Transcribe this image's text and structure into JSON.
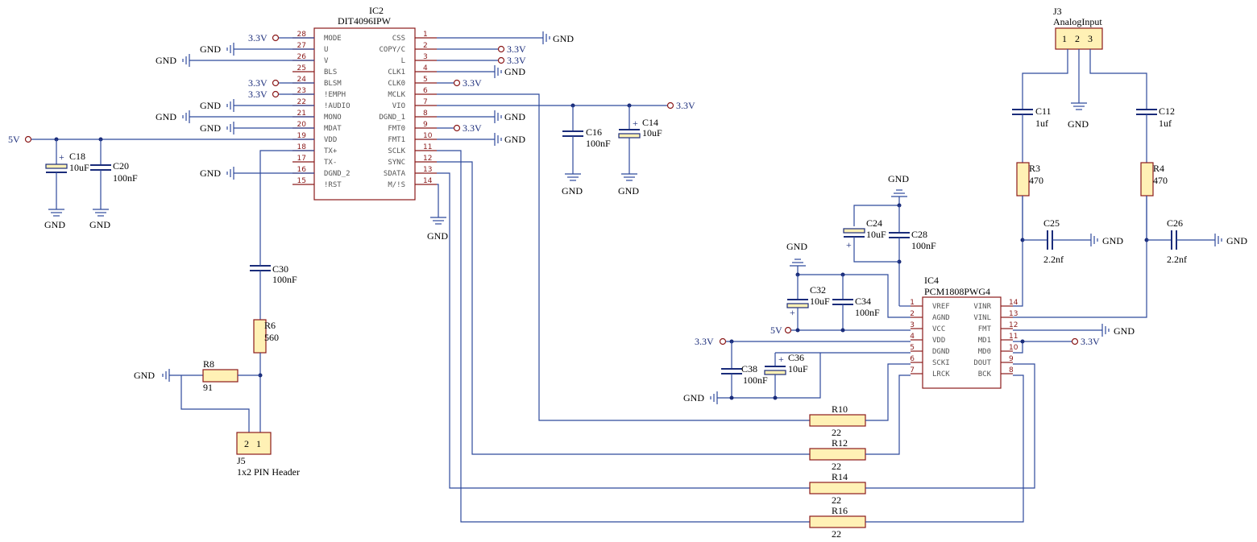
{
  "ics": {
    "ic2": {
      "ref": "IC2",
      "part": "DIT4096IPW",
      "left_pins": [
        {
          "num": "28",
          "name": "MODE"
        },
        {
          "num": "27",
          "name": "U"
        },
        {
          "num": "26",
          "name": "V"
        },
        {
          "num": "25",
          "name": "BLS"
        },
        {
          "num": "24",
          "name": "BLSM"
        },
        {
          "num": "23",
          "name": "!EMPH"
        },
        {
          "num": "22",
          "name": "!AUDIO"
        },
        {
          "num": "21",
          "name": "MONO"
        },
        {
          "num": "20",
          "name": "MDAT"
        },
        {
          "num": "19",
          "name": "VDD"
        },
        {
          "num": "18",
          "name": "TX+"
        },
        {
          "num": "17",
          "name": "TX-"
        },
        {
          "num": "16",
          "name": "DGND_2"
        },
        {
          "num": "15",
          "name": "!RST"
        }
      ],
      "right_pins": [
        {
          "num": "1",
          "name": "CSS"
        },
        {
          "num": "2",
          "name": "COPY/C"
        },
        {
          "num": "3",
          "name": "L"
        },
        {
          "num": "4",
          "name": "CLK1"
        },
        {
          "num": "5",
          "name": "CLK0"
        },
        {
          "num": "6",
          "name": "MCLK"
        },
        {
          "num": "7",
          "name": "VIO"
        },
        {
          "num": "8",
          "name": "DGND_1"
        },
        {
          "num": "9",
          "name": "FMT0"
        },
        {
          "num": "10",
          "name": "FMT1"
        },
        {
          "num": "11",
          "name": "SCLK"
        },
        {
          "num": "12",
          "name": "SYNC"
        },
        {
          "num": "13",
          "name": "SDATA"
        },
        {
          "num": "14",
          "name": "M/!S"
        }
      ]
    },
    "ic4": {
      "ref": "IC4",
      "part": "PCM1808PWG4",
      "left_pins": [
        {
          "num": "1",
          "name": "VREF"
        },
        {
          "num": "2",
          "name": "AGND"
        },
        {
          "num": "3",
          "name": "VCC"
        },
        {
          "num": "4",
          "name": "VDD"
        },
        {
          "num": "5",
          "name": "DGND"
        },
        {
          "num": "6",
          "name": "SCKI"
        },
        {
          "num": "7",
          "name": "LRCK"
        }
      ],
      "right_pins": [
        {
          "num": "14",
          "name": "VINR"
        },
        {
          "num": "13",
          "name": "VINL"
        },
        {
          "num": "12",
          "name": "FMT"
        },
        {
          "num": "11",
          "name": "MD1"
        },
        {
          "num": "10",
          "name": "MD0"
        },
        {
          "num": "9",
          "name": "DOUT"
        },
        {
          "num": "8",
          "name": "BCK"
        }
      ]
    }
  },
  "components": {
    "c18": {
      "ref": "C18",
      "value": "10uF"
    },
    "c20": {
      "ref": "C20",
      "value": "100nF"
    },
    "c16": {
      "ref": "C16",
      "value": "100nF"
    },
    "c14": {
      "ref": "C14",
      "value": "10uF"
    },
    "c30": {
      "ref": "C30",
      "value": "100nF"
    },
    "r6": {
      "ref": "R6",
      "value": "560"
    },
    "r8": {
      "ref": "R8",
      "value": "91"
    },
    "j5": {
      "ref": "J5",
      "value": "1x2 PIN Header",
      "pin1": "1",
      "pin2": "2"
    },
    "j3": {
      "ref": "J3",
      "value": "AnalogInput",
      "pin1": "1",
      "pin2": "2",
      "pin3": "3"
    },
    "c11": {
      "ref": "C11",
      "value": "1uf"
    },
    "c12": {
      "ref": "C12",
      "value": "1uf"
    },
    "r3": {
      "ref": "R3",
      "value": "470"
    },
    "r4": {
      "ref": "R4",
      "value": "470"
    },
    "c25": {
      "ref": "C25",
      "value": "2.2nf"
    },
    "c26": {
      "ref": "C26",
      "value": "2.2nf"
    },
    "c24": {
      "ref": "C24",
      "value": "10uF"
    },
    "c28": {
      "ref": "C28",
      "value": "100nF"
    },
    "c32": {
      "ref": "C32",
      "value": "10uF"
    },
    "c34": {
      "ref": "C34",
      "value": "100nF"
    },
    "c38": {
      "ref": "C38",
      "value": "100nF"
    },
    "c36": {
      "ref": "C36",
      "value": "10uF"
    },
    "r10": {
      "ref": "R10",
      "value": "22"
    },
    "r12": {
      "ref": "R12",
      "value": "22"
    },
    "r14": {
      "ref": "R14",
      "value": "22"
    },
    "r16": {
      "ref": "R16",
      "value": "22"
    }
  },
  "nets": {
    "gnd": "GND",
    "v33": "3.3V",
    "v5": "5V"
  },
  "polarity": "+"
}
